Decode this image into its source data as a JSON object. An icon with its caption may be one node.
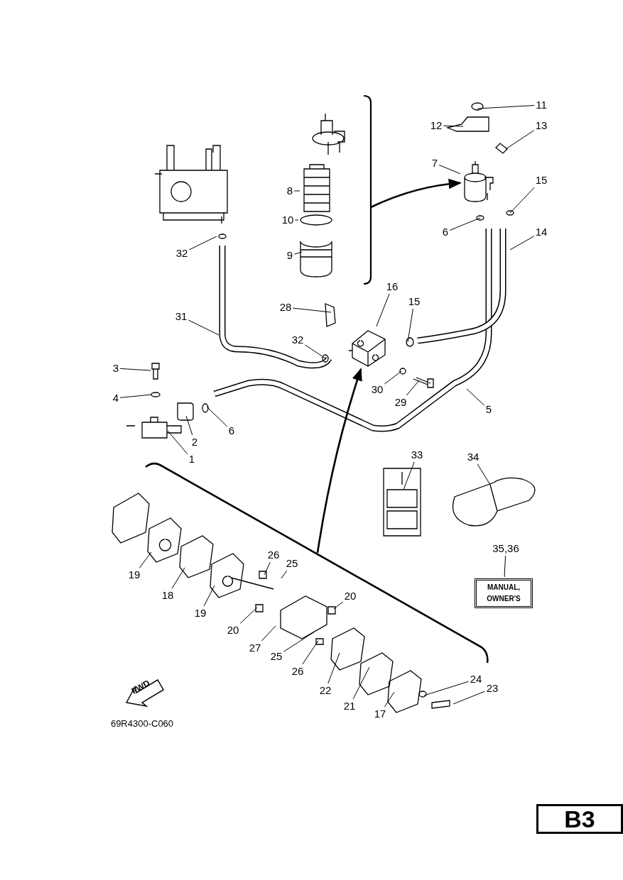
{
  "diagram": {
    "nodes": [
      {
        "text": [
          "11"
        ]
      },
      {
        "text": [
          "12"
        ]
      },
      {
        "text": [
          "13"
        ]
      },
      {
        "text": [
          "7"
        ]
      },
      {
        "text": [
          "15"
        ]
      },
      {
        "text": [
          "6"
        ]
      },
      {
        "text": [
          "14"
        ]
      },
      {
        "text": [
          "8"
        ]
      },
      {
        "text": [
          "10"
        ]
      },
      {
        "text": [
          "9"
        ]
      },
      {
        "text": [
          "32"
        ]
      },
      {
        "text": [
          "16"
        ]
      },
      {
        "text": [
          "28"
        ]
      },
      {
        "text": [
          "15"
        ]
      },
      {
        "text": [
          "31"
        ]
      },
      {
        "text": [
          "32"
        ]
      },
      {
        "text": [
          "3"
        ]
      },
      {
        "text": [
          "4"
        ]
      },
      {
        "text": [
          "6"
        ]
      },
      {
        "text": [
          "2"
        ]
      },
      {
        "text": [
          "1"
        ]
      },
      {
        "text": [
          "30"
        ]
      },
      {
        "text": [
          "29"
        ]
      },
      {
        "text": [
          "5"
        ]
      },
      {
        "text": [
          "33"
        ]
      },
      {
        "text": [
          "34"
        ]
      },
      {
        "text": [
          "35,36"
        ]
      },
      {
        "text": [
          "19"
        ]
      },
      {
        "text": [
          "18"
        ]
      },
      {
        "text": [
          "19"
        ]
      },
      {
        "text": [
          "26"
        ]
      },
      {
        "text": [
          "25"
        ]
      },
      {
        "text": [
          "20"
        ]
      },
      {
        "text": [
          "20"
        ]
      },
      {
        "text": [
          "27"
        ]
      },
      {
        "text": [
          "25"
        ]
      },
      {
        "text": [
          "26"
        ]
      },
      {
        "text": [
          "22"
        ]
      },
      {
        "text": [
          "21"
        ]
      },
      {
        "text": [
          "17"
        ]
      },
      {
        "text": [
          "24"
        ]
      },
      {
        "text": [
          "23"
        ]
      },
      {
        "text": [],
        "shape": "picture"
      },
      {
        "text": [],
        "shape": "picture"
      },
      {
        "text": [
          "MANUAL, OWNER'S"
        ]
      },
      {
        "text": [
          "B3"
        ]
      }
    ],
    "edges": [
      {
        "from": 0,
        "to": null,
        "arrow": "none"
      },
      {
        "from": 1,
        "to": null,
        "arrow": "none"
      },
      {
        "from": 2,
        "to": null,
        "arrow": "none"
      },
      {
        "from": 3,
        "to": 42,
        "arrow": "none"
      },
      {
        "from": 4,
        "to": null,
        "arrow": "none"
      },
      {
        "from": 5,
        "to": null,
        "arrow": "none"
      },
      {
        "from": 6,
        "to": null,
        "arrow": "none"
      },
      {
        "from": 7,
        "to": null,
        "arrow": "none"
      },
      {
        "from": 8,
        "to": null,
        "arrow": "none"
      },
      {
        "from": 9,
        "to": null,
        "arrow": "none"
      },
      {
        "from": 10,
        "to": null,
        "arrow": "none"
      },
      {
        "from": 11,
        "to": 43,
        "arrow": "none"
      },
      {
        "from": 12,
        "to": null,
        "arrow": "none"
      },
      {
        "from": 13,
        "to": null,
        "arrow": "none"
      },
      {
        "from": 14,
        "to": null,
        "arrow": "none"
      },
      {
        "from": 15,
        "to": null,
        "arrow": "none"
      },
      {
        "from": 16,
        "to": null,
        "arrow": "none"
      },
      {
        "from": 17,
        "to": null,
        "arrow": "none"
      },
      {
        "from": 18,
        "to": null,
        "arrow": "none"
      },
      {
        "from": 19,
        "to": null,
        "arrow": "none"
      },
      {
        "from": 20,
        "to": null,
        "arrow": "none"
      },
      {
        "from": 21,
        "to": null,
        "arrow": "none"
      },
      {
        "from": 22,
        "to": null,
        "arrow": "none"
      },
      {
        "from": 23,
        "to": null,
        "arrow": "none"
      },
      {
        "from": 24,
        "to": null,
        "arrow": "none"
      },
      {
        "from": 25,
        "to": null,
        "arrow": "none"
      },
      {
        "from": 26,
        "to": 44,
        "arrow": "none"
      },
      {
        "from": 27,
        "to": null,
        "arrow": "none"
      },
      {
        "from": 28,
        "to": null,
        "arrow": "none"
      },
      {
        "from": 29,
        "to": null,
        "arrow": "none"
      },
      {
        "from": 30,
        "to": null,
        "arrow": "none"
      },
      {
        "from": 31,
        "to": null,
        "arrow": "none"
      },
      {
        "from": 32,
        "to": null,
        "arrow": "none"
      },
      {
        "from": 33,
        "to": null,
        "arrow": "none"
      },
      {
        "from": 34,
        "to": null,
        "arrow": "none"
      },
      {
        "from": 35,
        "to": null,
        "arrow": "none"
      },
      {
        "from": 36,
        "to": null,
        "arrow": "none"
      },
      {
        "from": 37,
        "to": null,
        "arrow": "none"
      },
      {
        "from": 38,
        "to": null,
        "arrow": "none"
      },
      {
        "from": 39,
        "to": null,
        "arrow": "none"
      },
      {
        "from": 40,
        "to": null,
        "arrow": "none"
      },
      {
        "from": 41,
        "to": null,
        "arrow": "none"
      },
      {
        "from": null,
        "to": 42,
        "arrow": "to"
      },
      {
        "from": null,
        "to": 43,
        "arrow": "to"
      }
    ],
    "labels": [
      "FWD",
      "69R4300-C060"
    ]
  }
}
